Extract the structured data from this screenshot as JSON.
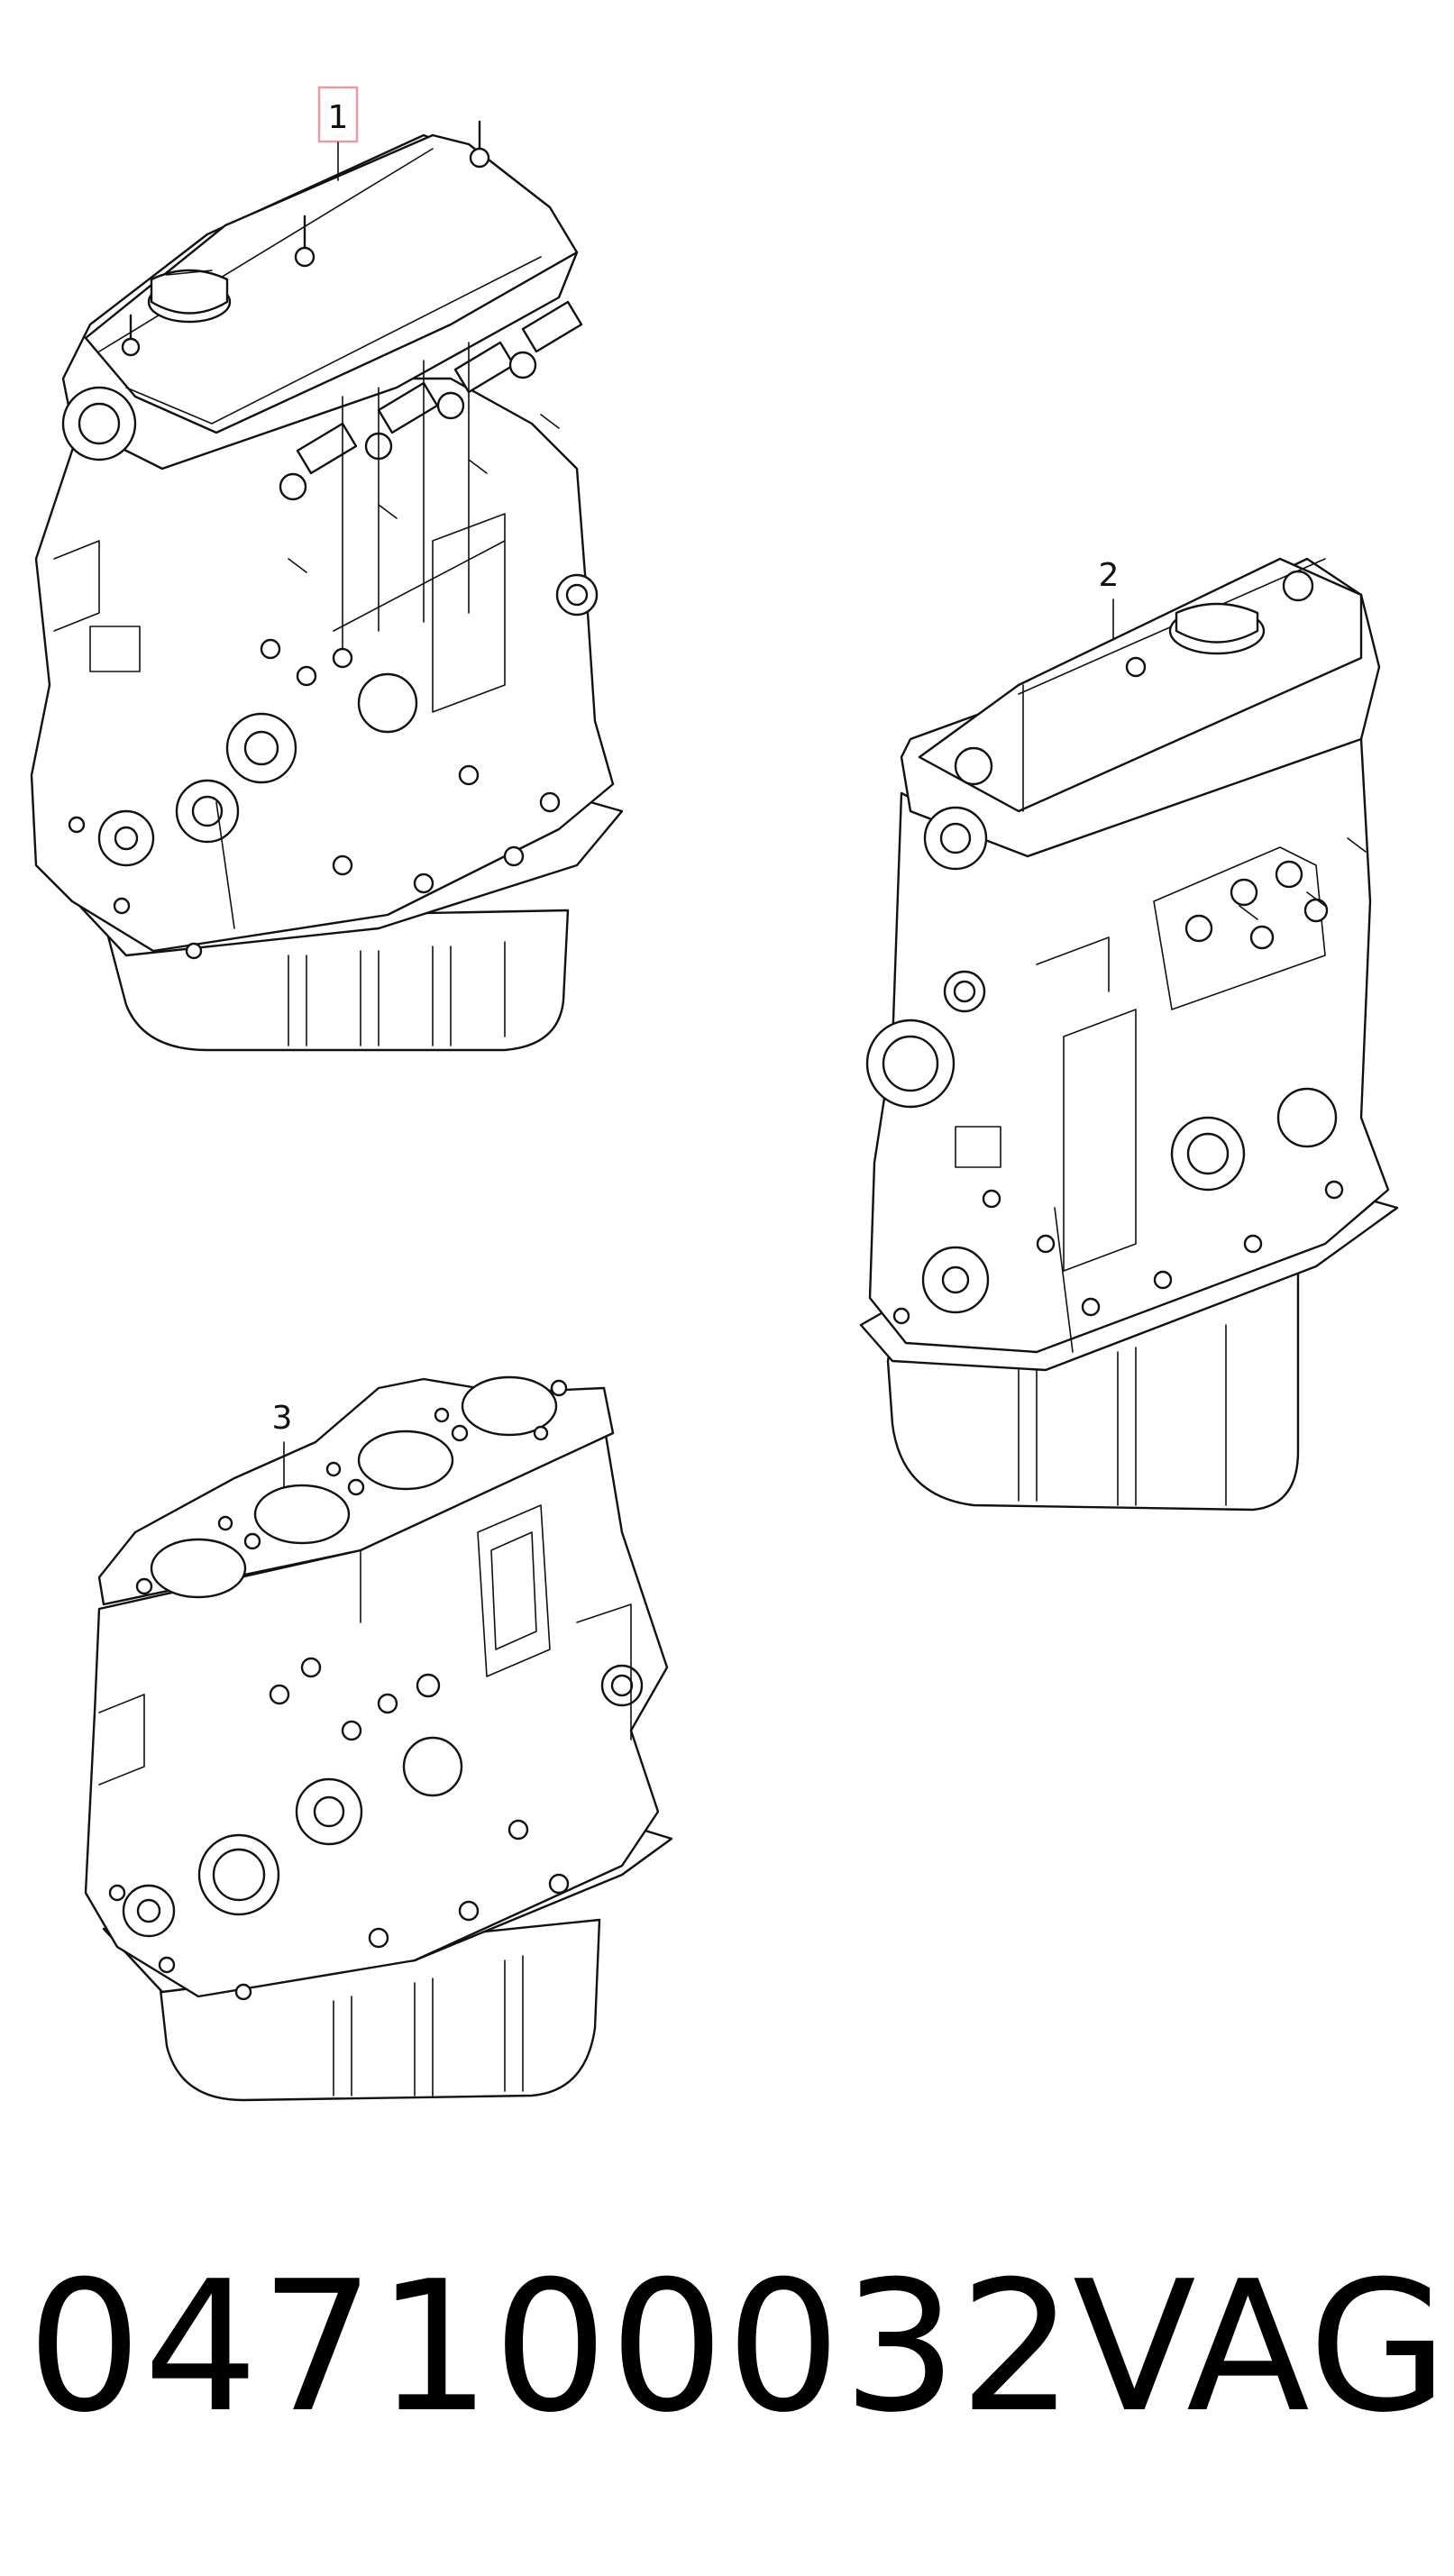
{
  "callouts": {
    "c1": "1",
    "c2": "2",
    "c3": "3"
  },
  "caption": {
    "part_number": "047100032",
    "brand": "VAG"
  },
  "colors": {
    "highlight_box": "#e89aa6",
    "line": "#111111"
  }
}
